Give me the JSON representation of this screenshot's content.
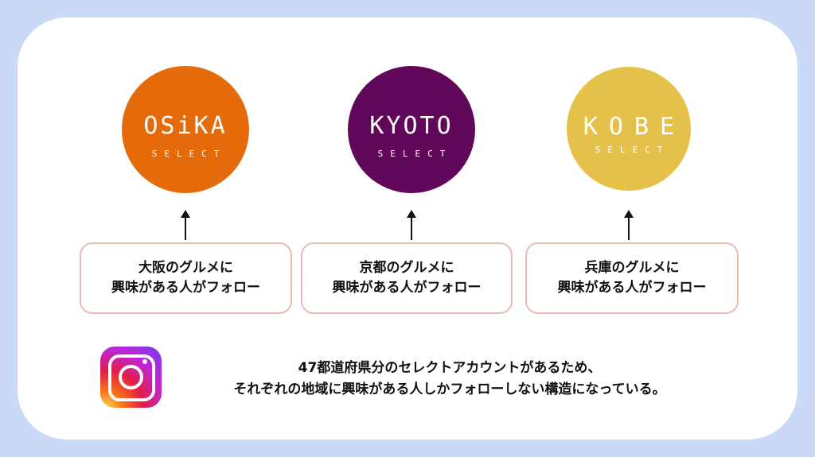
{
  "logos": [
    {
      "main": "OSiKA",
      "sub": "SELECT",
      "color": "#e56b0a"
    },
    {
      "main": "KYOTO",
      "sub": "SELECT",
      "color": "#62085a"
    },
    {
      "main": "KOBE",
      "sub": "SELECT",
      "color": "#e6c14a"
    }
  ],
  "boxes": [
    {
      "line1": "大阪のグルメに",
      "line2": "興味がある人がフォロー"
    },
    {
      "line1": "京都のグルメに",
      "line2": "興味がある人がフォロー"
    },
    {
      "line1": "兵庫のグルメに",
      "line2": "興味がある人がフォロー"
    }
  ],
  "footer": {
    "icon": "instagram-icon",
    "line1": "47都道府県分のセレクトアカウントがあるため、",
    "line2": "それぞれの地域に興味がある人しかフォローしない構造になっている。"
  }
}
